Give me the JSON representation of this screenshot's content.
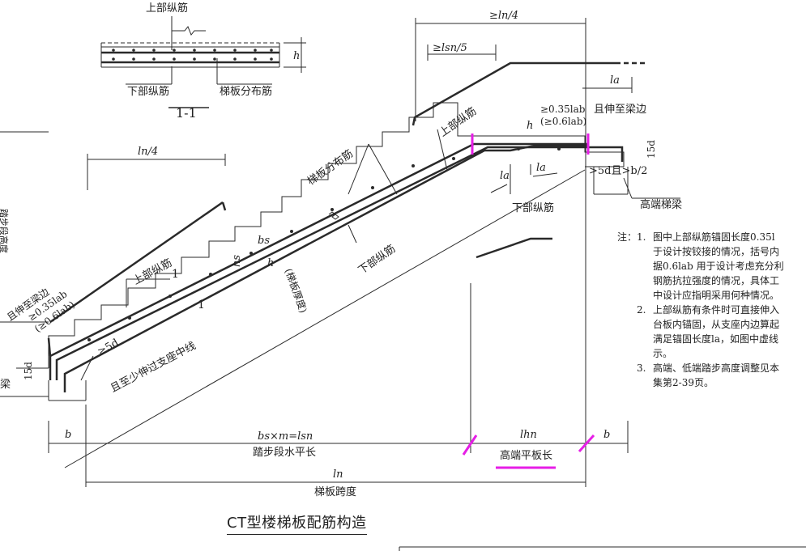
{
  "section_1_1": {
    "top_bar_label": "上部纵筋",
    "bottom_bar_label": "下部纵筋",
    "dist_bar_label": "梯板分布筋",
    "h_label": "h",
    "section_name": "1-1"
  },
  "labels": {
    "ln_quarter_left": "ln/4",
    "ln_quarter_right": "≥ln/4",
    "lsn_fifth": "≥lsn/5",
    "la_top_right": "la",
    "anchor_035_right": "≥0.35lab",
    "anchor_06_right": "(≥0.6lab)",
    "extend_to_beam_right": "且伸至梁边",
    "h_right": "h",
    "fifteen_d_right": "15d",
    "five_d_b2": ">5d且>b/2",
    "high_beam": "高端梯梁",
    "la_lower_1": "la",
    "la_lower_2": "la",
    "lower_bar_right": "下部纵筋",
    "upper_bar_right": "上部纵筋",
    "dist_bar_mid": "梯板分布筋",
    "lower_bar_mid": "下部纵筋",
    "upper_bar_left": "上部纵筋",
    "extend_to_beam_left": "且伸至梁边",
    "anchor_035_left": "≥0.35lab",
    "anchor_06_left": "(≥0.6lab)",
    "five_d_left": "≥5d",
    "past_support": "且至少伸过支座中线",
    "fifteen_d_left": "15d",
    "beam_left": "梁",
    "left_vertical_text": "踏步段高度",
    "bs": "bs",
    "hs": "hs",
    "h_mid": "h",
    "thickness": "(梯板厚度)",
    "section_mark_1a": "1",
    "section_mark_1b": "1",
    "b_left": "b",
    "b_right": "b",
    "bs_m_lsn": "bs×m=lsn",
    "step_horizontal_len": "踏步段水平长",
    "lhn": "lhn",
    "high_flat_len": "高端平板长",
    "ln": "ln",
    "span": "梯板跨度"
  },
  "title": "CT型楼梯板配筋构造",
  "notes": {
    "heading": "注：",
    "items": [
      {
        "num": "1.",
        "lines": [
          "图中上部纵筋锚固长度0.35l",
          "于设计按铰接的情况，括号内",
          "据0.6lab 用于设计考虑充分利",
          "钢筋抗拉强度的情况，具体工",
          "中设计应指明采用何种情况。"
        ]
      },
      {
        "num": "2.",
        "lines": [
          "上部纵筋有条件时可直接伸入",
          "台板内锚固，从支座内边算起",
          "满足锚固长度la，如图中虚线",
          "示。"
        ]
      },
      {
        "num": "3.",
        "lines": [
          "高端、低端踏步高度调整见本",
          "集第2-39页。"
        ]
      }
    ]
  },
  "colors": {
    "line": "#2a2a2a",
    "highlight": "#e61ee6"
  }
}
